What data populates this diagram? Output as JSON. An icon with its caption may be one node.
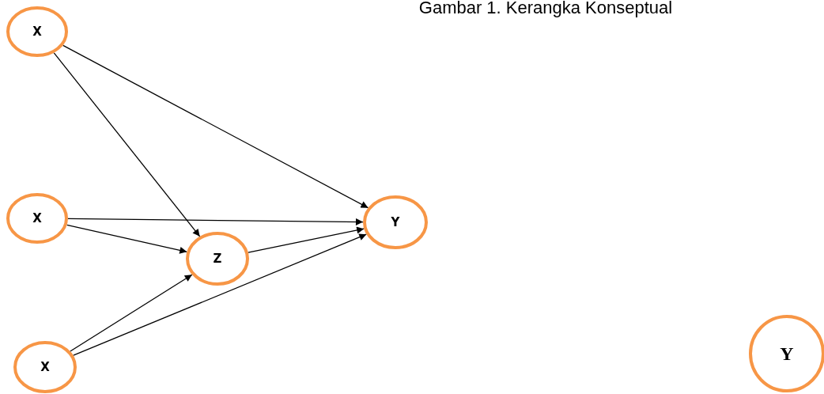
{
  "diagram": {
    "title": "Gambar 1. Kerangka Konseptual",
    "nodes": [
      {
        "text": [
          "X"
        ]
      },
      {
        "text": [
          "X"
        ]
      },
      {
        "text": [
          "X"
        ]
      },
      {
        "text": [
          "Z"
        ]
      },
      {
        "text": [
          "Y"
        ]
      },
      {
        "text": [
          "Y"
        ]
      }
    ],
    "edges": [
      {
        "from": 0,
        "to": 4,
        "arrow": "to"
      },
      {
        "from": 0,
        "to": 3,
        "arrow": "to"
      },
      {
        "from": 1,
        "to": 4,
        "arrow": "to"
      },
      {
        "from": 1,
        "to": 3,
        "arrow": "to"
      },
      {
        "from": 3,
        "to": 4,
        "arrow": "to"
      },
      {
        "from": 2,
        "to": 3,
        "arrow": "to"
      },
      {
        "from": 2,
        "to": 4,
        "arrow": "to"
      }
    ]
  }
}
